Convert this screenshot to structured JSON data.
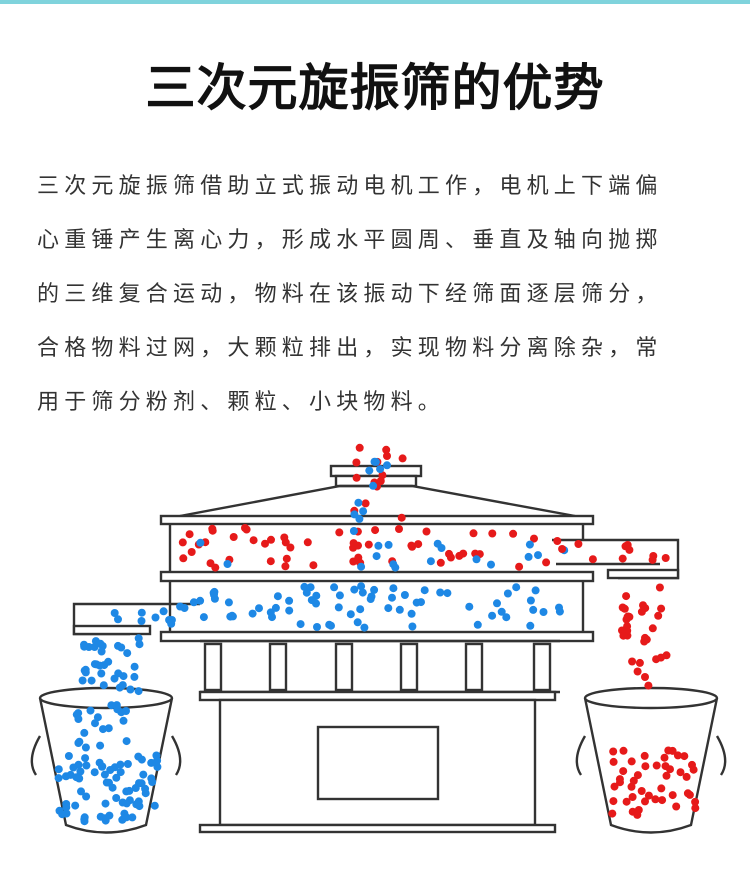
{
  "header": {
    "title": "三次元旋振筛的优势"
  },
  "description": {
    "lines": [
      "三次元旋振筛借助立式振动电机工作，电机上下端偏",
      "心重锤产生离心力，形成水平圆周、垂直及轴向抛掷",
      "的三维复合运动，物料在该振动下经筛面逐层筛分，",
      "合格物料过网，大颗粒排出，实现物料分离除杂，常",
      "用于筛分粉剂、颗粒、小块物料。"
    ]
  },
  "colors": {
    "accent_rule": "#7fd3dc",
    "fine_particles": "#1e88e5",
    "coarse_particles": "#e61a1a",
    "line_art": "#333333"
  }
}
